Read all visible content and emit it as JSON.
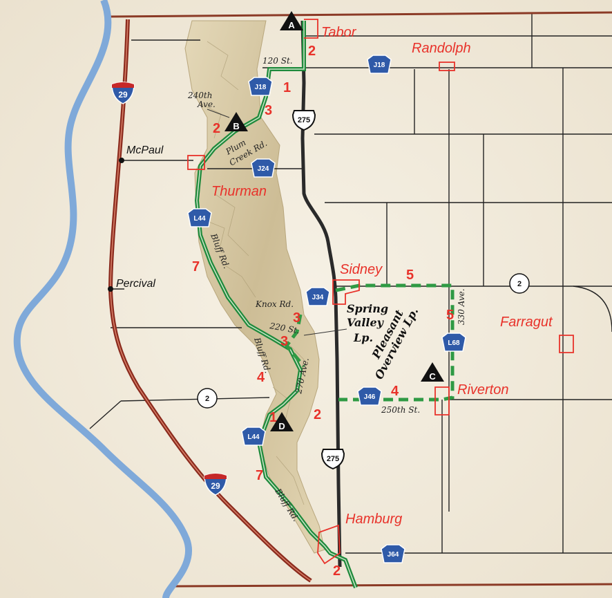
{
  "towns": {
    "tabor": "Tabor",
    "randolph": "Randolph",
    "mcpaul": "McPaul",
    "thurman": "Thurman",
    "percival": "Percival",
    "sidney": "Sidney",
    "farragut": "Farragut",
    "riverton": "Riverton",
    "hamburg": "Hamburg"
  },
  "roads": {
    "st120": "120 St.",
    "ave240a": "240th",
    "ave240b": "Ave.",
    "plum1": "Plum",
    "plum2": "Creek Rd.",
    "bluff": "Bluff Rd.",
    "knox": "Knox Rd.",
    "st220": "220 St.",
    "ave270": "270 Ave.",
    "ave330": "330 Ave.",
    "st250": "250th St."
  },
  "loops": {
    "spring1": "Spring",
    "spring2": "Valley",
    "spring3": "Lp.",
    "pleasant1": "Pleasant",
    "pleasant2": "Overview Lp."
  },
  "shields": {
    "j18": "J18",
    "j24": "J24",
    "l44": "L44",
    "j34": "J34",
    "l68": "L68",
    "j46": "J46",
    "j64": "J64"
  },
  "routes": {
    "us275": "275",
    "ia2": "2",
    "i29": "29"
  },
  "sites": {
    "a": "A",
    "b": "B",
    "c": "C",
    "d": "D"
  },
  "segment_numbers": [
    "2",
    "1",
    "3",
    "2",
    "7",
    "5",
    "5",
    "3",
    "3",
    "4",
    "4",
    "2",
    "1",
    "7",
    "2"
  ],
  "colors": {
    "river": "#7fa9d9",
    "interstate": "#8b2b1e",
    "trail": "#1f8a3c",
    "town": "#e8322a",
    "shield": "#2f5aa8",
    "road": "#1a1a1a"
  }
}
